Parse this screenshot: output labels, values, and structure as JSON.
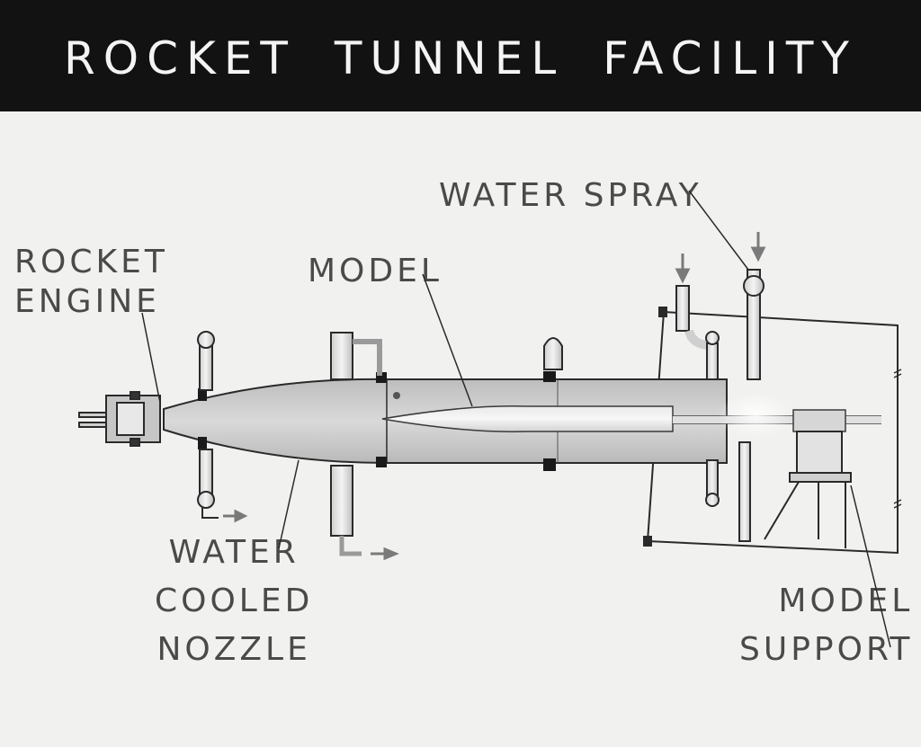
{
  "title": "ROCKET TUNNEL FACILITY",
  "labels": {
    "rocket_engine": [
      "ROCKET",
      "ENGINE"
    ],
    "model": "MODEL",
    "water_spray": "WATER SPRAY",
    "water_cooled_nozzle": [
      "WATER",
      "COOLED",
      "NOZZLE"
    ],
    "model_support": [
      "MODEL",
      "SUPPORT"
    ]
  }
}
